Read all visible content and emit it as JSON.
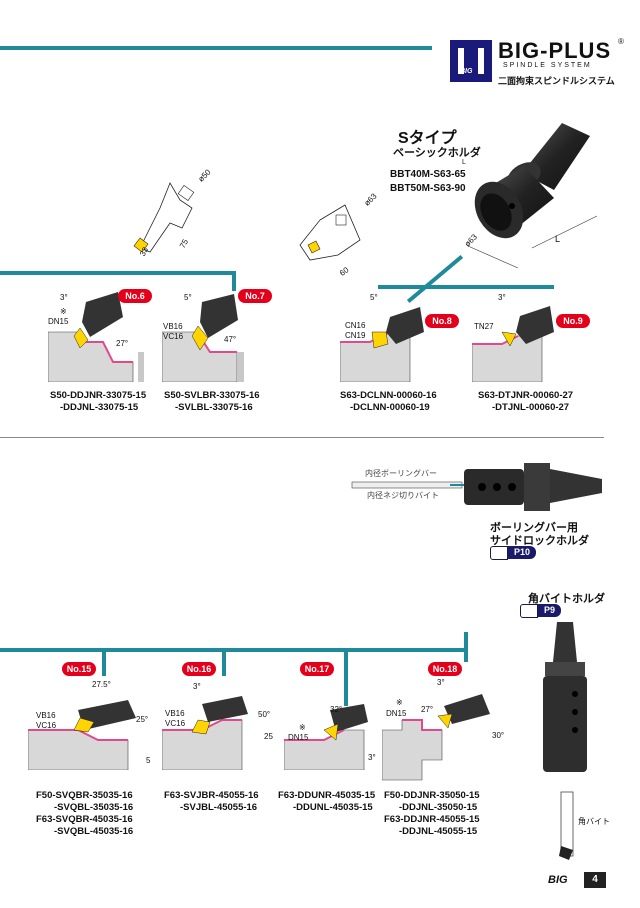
{
  "header": {
    "brand": "BIG-PLUS",
    "registered": "®",
    "subtitle": "SPINDLE SYSTEM",
    "tagline": "二面拘束スピンドルシステム",
    "logo_mark": "BIG"
  },
  "s_type": {
    "title": "Sタイプ",
    "subtitle": "ベーシックホルダ",
    "dim_l": "L",
    "models": [
      "BBT40M-S63-65",
      "BBT50M-S63-90"
    ],
    "dims": {
      "dia": "ø63",
      "len": "L"
    }
  },
  "inserts": {
    "left": {
      "dia": "ø50",
      "d33": "33",
      "d75": "75"
    },
    "right": {
      "dia": "ø63",
      "d60": "60"
    }
  },
  "top_tools": [
    {
      "badge": "No.6",
      "angle_top": "3°",
      "angle_side": "27°",
      "insert": [
        "※",
        "DN15"
      ],
      "codes": [
        "S50-DDJNR-33075-15",
        "-DDJNL-33075-15"
      ]
    },
    {
      "badge": "No.7",
      "angle_top": "5°",
      "angle_side": "47°",
      "insert": [
        "VB16",
        "VC16"
      ],
      "codes": [
        "S50-SVLBR-33075-16",
        "-SVLBL-33075-16"
      ]
    },
    {
      "badge": "No.8",
      "angle_top": "5°",
      "insert": [
        "CN16",
        "CN19"
      ],
      "codes": [
        "S63-DCLNN-00060-16",
        "-DCLNN-00060-19"
      ]
    },
    {
      "badge": "No.9",
      "angle_top": "3°",
      "insert": [
        "TN27"
      ],
      "codes": [
        "S63-DTJNR-00060-27",
        "-DTJNL-00060-27"
      ]
    }
  ],
  "boring": {
    "bar_label": "内径ボーリングバー",
    "thread_label": "内径ネジ切りバイト",
    "title": [
      "ボーリングバー用",
      "サイドロックホルダ"
    ],
    "page_ref": "P10"
  },
  "square": {
    "title": "角バイトホルダ",
    "page_ref": "P9",
    "tool_label": "角バイト"
  },
  "bottom_tools": [
    {
      "badge": "No.15",
      "angles": [
        "27.5°",
        "25°",
        "5"
      ],
      "insert": [
        "VB16",
        "VC16"
      ],
      "codes": [
        "F50-SVQBR-35035-16",
        "-SVQBL-35035-16",
        "F63-SVQBR-45035-16",
        "-SVQBL-45035-16"
      ]
    },
    {
      "badge": "No.16",
      "angles": [
        "3°",
        "50°",
        "25"
      ],
      "insert": [
        "VB16",
        "VC16"
      ],
      "codes": [
        "F63-SVJBR-45055-16",
        "-SVJBL-45055-16"
      ]
    },
    {
      "badge": "No.17",
      "angles": [
        "32°",
        "3°"
      ],
      "insert": [
        "※",
        "DN15"
      ],
      "codes": [
        "F63-DDUNR-45035-15",
        "-DDUNL-45035-15"
      ]
    },
    {
      "badge": "No.18",
      "angles": [
        "3°",
        "27°",
        "30°"
      ],
      "insert": [
        "※",
        "DN15"
      ],
      "codes": [
        "F50-DDJNR-35050-15",
        "-DDJNL-35050-15",
        "F63-DDJNR-45055-15",
        "-DDJNL-45055-15"
      ]
    }
  ],
  "footer": {
    "logo": "BIG",
    "page": "4"
  }
}
